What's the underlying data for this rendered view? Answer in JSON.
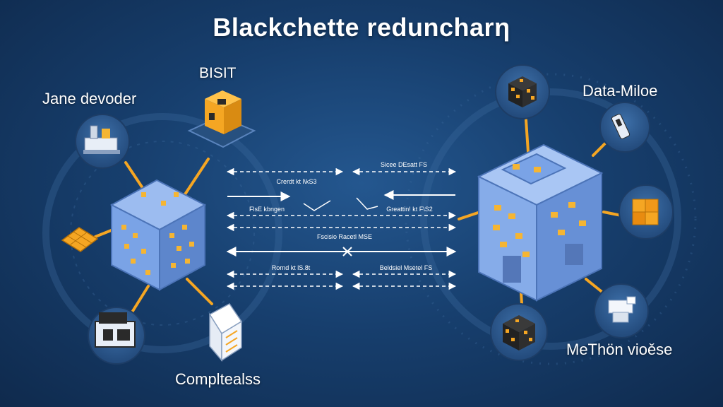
{
  "title": "Blackchette reduncharη",
  "nodes": {
    "bisit": "BISIT",
    "jane_devoder": "Jane devoder",
    "data_miloe": "Data-Miloe",
    "method_viose": "MeThön vioěse",
    "compltealss": "Compltealss"
  },
  "arrows": {
    "top_left": "Crerdt kt l\\kS3",
    "top_right": "Sicee DEsatt FS",
    "mid_left": "FlsE kbngen",
    "mid_right": "Greattin! kt F\\S2",
    "center": "Fscisio Racetl MSE",
    "bottom_left": "Rornd kt lS.8t",
    "bottom_right": "Beldsiel Msetel FS"
  },
  "colors": {
    "accent": "#f5a623",
    "cube": "#6f99df",
    "arrow": "#ffffff",
    "background": "#173f6e"
  }
}
